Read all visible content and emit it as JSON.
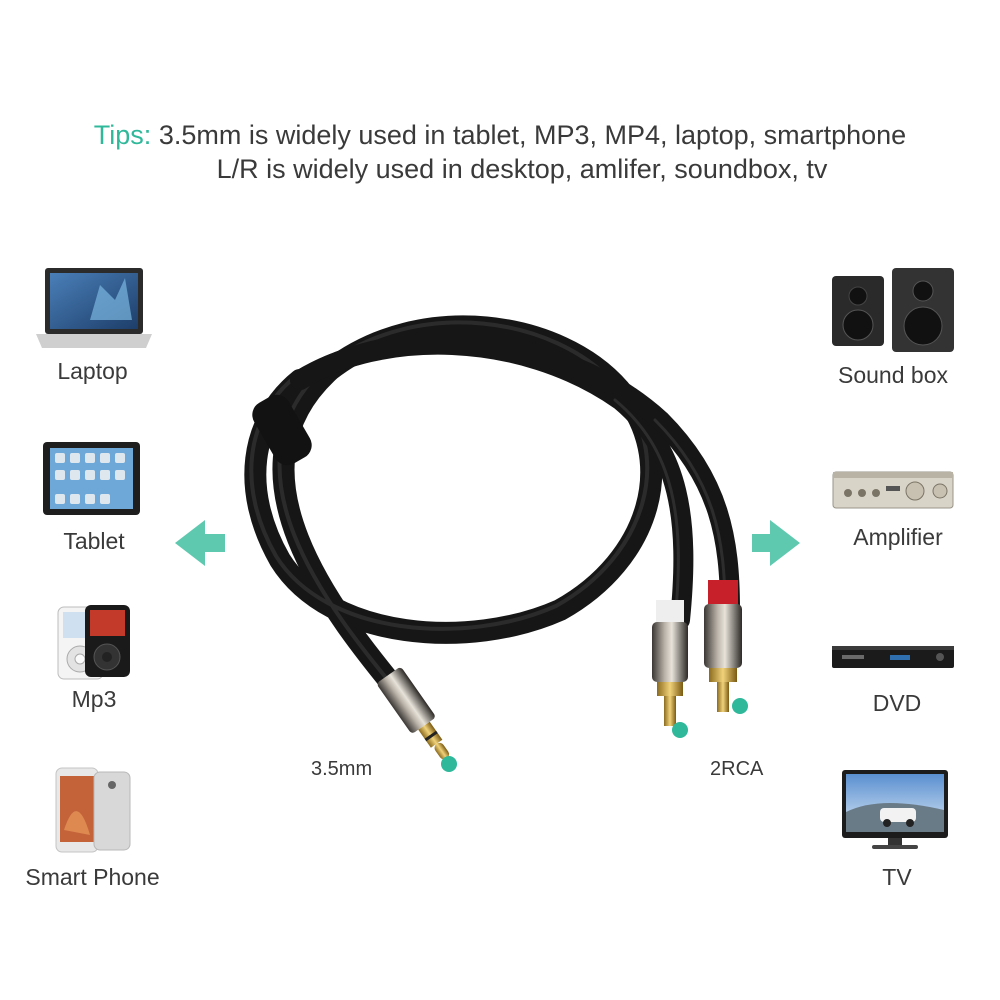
{
  "tips": {
    "label": "Tips:",
    "line1": "3.5mm is widely used in tablet, MP3, MP4, laptop, smartphone",
    "line2": "L/R is widely used in desktop, amlifer, soundbox, tv"
  },
  "left_devices": [
    {
      "label": "Laptop",
      "icon": "laptop-icon"
    },
    {
      "label": "Tablet",
      "icon": "tablet-icon"
    },
    {
      "label": "Mp3",
      "icon": "mp3-player-icon"
    },
    {
      "label": "Smart Phone",
      "icon": "smartphone-icon"
    }
  ],
  "right_devices": [
    {
      "label": "Sound box",
      "icon": "speakers-icon"
    },
    {
      "label": "Amplifier",
      "icon": "amplifier-icon"
    },
    {
      "label": "DVD",
      "icon": "dvd-player-icon"
    },
    {
      "label": "TV",
      "icon": "tv-icon"
    }
  ],
  "plugs": {
    "left_label": "3.5mm",
    "right_label": "2RCA"
  },
  "colors": {
    "accent": "#2fb89a",
    "cable": "#1c1c1c",
    "red_ring": "#c8202a"
  }
}
